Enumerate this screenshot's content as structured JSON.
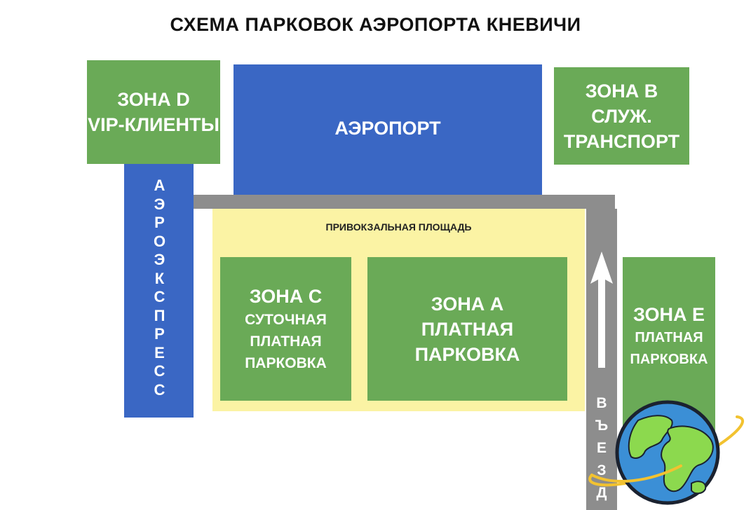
{
  "title": "СХЕМА ПАРКОВОК АЭРОПОРТА КНЕВИЧИ",
  "zones": {
    "d": {
      "name": "ЗОНА D",
      "desc": "VIP-КЛИЕНТЫ"
    },
    "airport": {
      "name": "АЭРОПОРТ"
    },
    "b": {
      "name": "ЗОНА B",
      "desc1": "СЛУЖ.",
      "desc2": "ТРАНСПОРТ"
    },
    "plaza": {
      "name": "ПРИВОКЗАЛЬНАЯ ПЛОЩАДЬ"
    },
    "c": {
      "name": "ЗОНА C",
      "desc1": "СУТОЧНАЯ",
      "desc2": "ПЛАТНАЯ",
      "desc3": "ПАРКОВКА"
    },
    "a": {
      "name": "ЗОНА А",
      "desc": "ПЛАТНАЯ ПАРКОВКА"
    },
    "e": {
      "name": "ЗОНА E",
      "desc1": "ПЛАТНАЯ",
      "desc2": "ПАРКОВКА"
    }
  },
  "aeroexpress_letters": [
    "А",
    "Э",
    "Р",
    "О",
    "Э",
    "К",
    "С",
    "П",
    "Р",
    "Е",
    "С",
    "С"
  ],
  "entrance_letters": [
    "В",
    "Ъ",
    "Е",
    "З",
    "Д"
  ],
  "icons": {
    "entrance_arrow": "arrow-up-icon",
    "globe": "globe-icon"
  },
  "colors": {
    "zone_green": "#6aaa57",
    "airport_blue": "#3a67c4",
    "road_gray": "#8d8d8d",
    "plaza_yellow": "#fbf3a4",
    "globe_ocean": "#3b8fd6",
    "globe_land": "#8cd94e",
    "ring": "#f2c230"
  }
}
